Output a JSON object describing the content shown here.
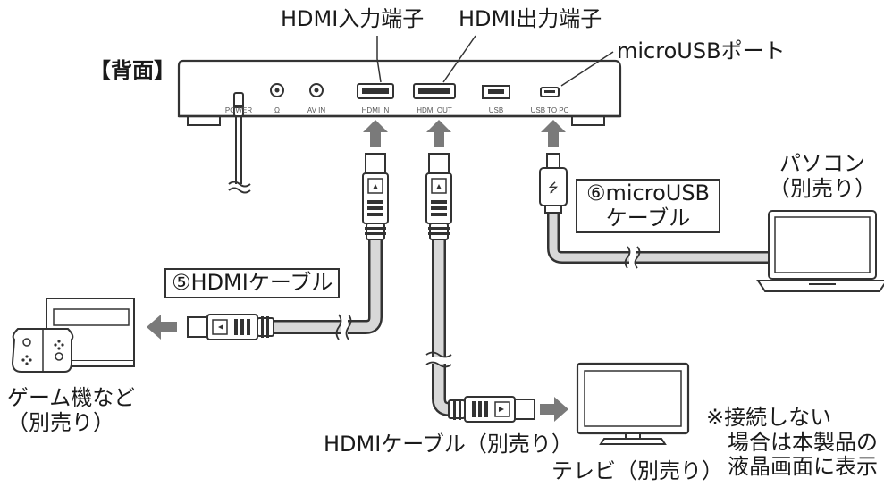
{
  "labels": {
    "back_panel": "【背面】",
    "hdmi_in_port": "HDMI入力端子",
    "hdmi_out_port": "HDMI出力端子",
    "microusb_port": "microUSBポート",
    "pc_line1": "パソコン",
    "pc_line2": "（別売り）",
    "microusb_cable_line1": "⑥microUSB",
    "microusb_cable_line2": "ケーブル",
    "hdmi_cable_5": "⑤HDMIケーブル",
    "game_line1": "ゲーム機など",
    "game_line2": "（別売り）",
    "hdmi_cable_sold": "HDMIケーブル（別売り）",
    "tv": "テレビ（別売り）",
    "note_line1": "※接続しない",
    "note_line2": "場合は本製品の",
    "note_line3": "液晶画面に表示"
  },
  "device_ports": {
    "power": "POWER",
    "headphone": "Ω",
    "av_in": "AV IN",
    "hdmi_in": "HDMI IN",
    "hdmi_out": "HDMI OUT",
    "usb": "USB",
    "usb_to_pc": "USB TO PC"
  },
  "colors": {
    "line": "#333333",
    "cable_fill": "#d8d8d8",
    "arrow": "#7a7a7a"
  }
}
